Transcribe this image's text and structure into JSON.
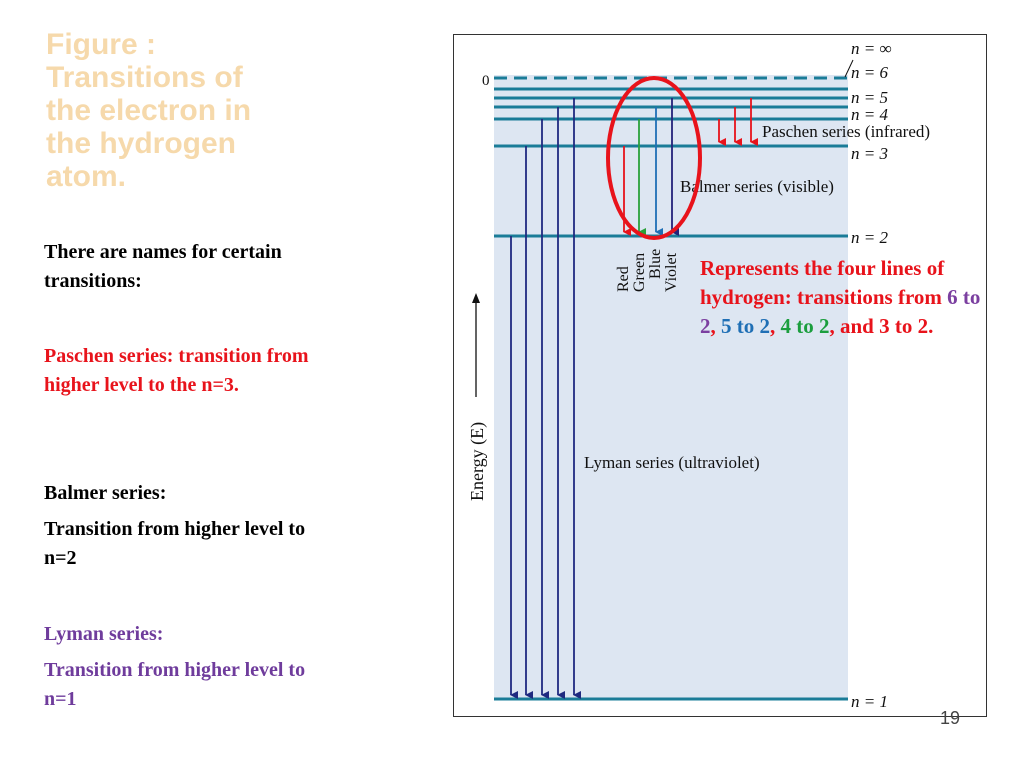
{
  "title": "Figure : Transitions of the electron in the hydrogen atom.",
  "left_text": {
    "intro": "There are names for certain transitions:",
    "paschen": "Paschen series: transition from higher level to the n=3.",
    "balmer_heading": "Balmer series:",
    "balmer_desc": "Transition from higher level to n=2",
    "lyman_heading": "Lyman series:",
    "lyman_desc": "Transition from higher level to n=1"
  },
  "diagram": {
    "zero_label": "0",
    "levels": {
      "n_inf": "n = ∞",
      "n6": "n = 6",
      "n5": "n = 5",
      "n4": "n = 4",
      "n3": "n = 3",
      "n2": "n = 2",
      "n1": "n = 1"
    },
    "paschen_label": "Paschen series (infrared)",
    "balmer_label": "Balmer series (visible)",
    "lyman_label": "Lyman series (ultraviolet)",
    "axis_label": "Energy (E)",
    "visible_lines": [
      "Red",
      "Green",
      "Blue",
      "Violet"
    ],
    "colors": {
      "background": "#dde6f2",
      "level": "#1a7c98",
      "lyman": "#1f2a80",
      "paschen": "#e8131b",
      "red": "#e8131b",
      "green": "#2aa13b",
      "blue": "#1f6fb5",
      "violet": "#23237a",
      "ellipse": "#e8131b"
    }
  },
  "callout": {
    "line1": "Represents the four lines of hydrogen: transitions from ",
    "t1_from": "6",
    "t1_to": "to 2",
    "sep1": ", ",
    "t2": "5 to 2",
    "sep2": ", ",
    "t3": "4 to 2",
    "t4": ", and 3 to 2."
  },
  "page_number": "19"
}
